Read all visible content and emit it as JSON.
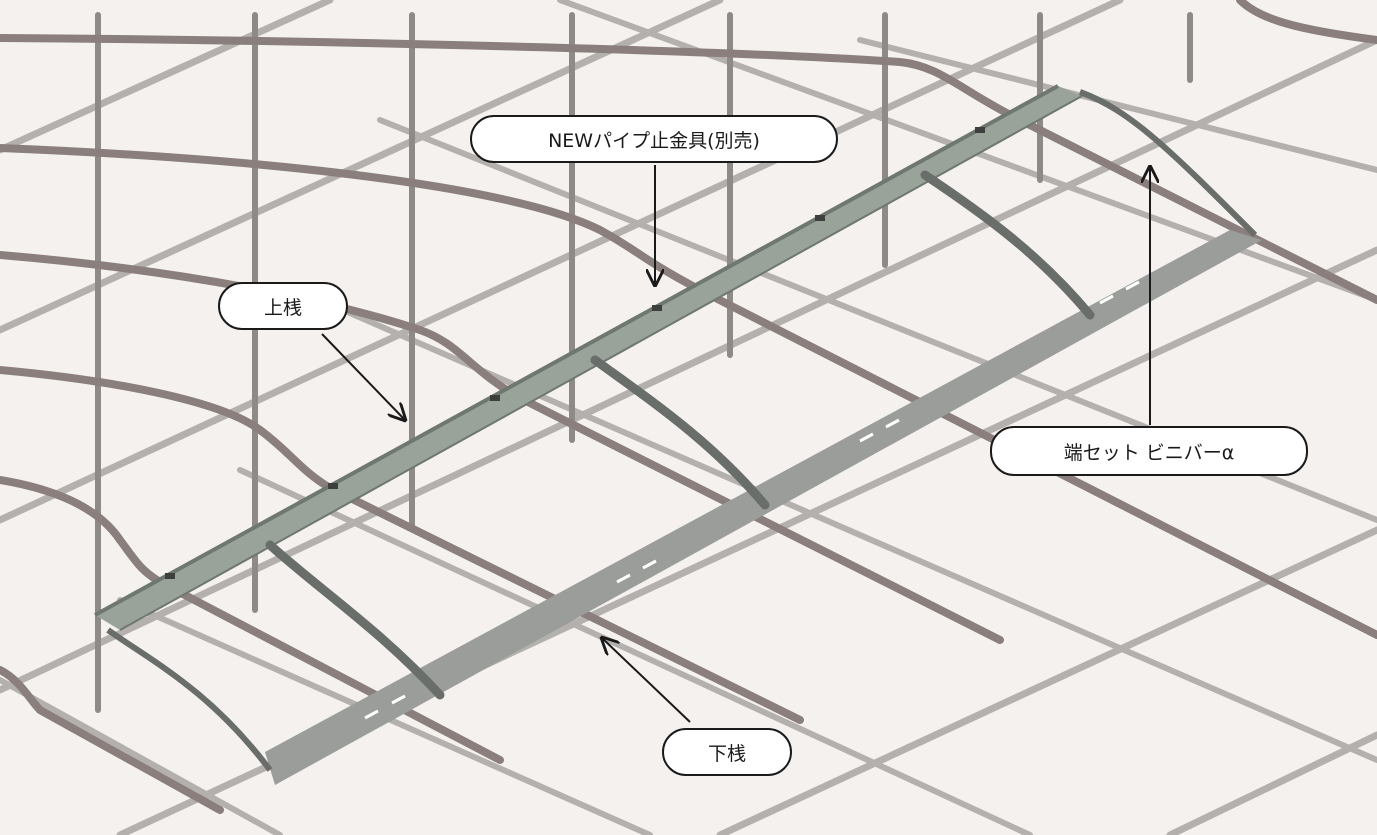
{
  "labels": {
    "pipe_clamp": "NEWパイプ止金具(別売)",
    "upper_rail": "上桟",
    "end_set": "端セット ビニバーα",
    "lower_rail": "下桟"
  },
  "colors": {
    "background": "#f4f1ef",
    "pipe": "#b3b0ae",
    "pipe_shadow": "#8e8a88",
    "arch_pipe": "#8a7f7c",
    "rail": "#9aa39a",
    "rail_dark": "#6f7870",
    "bottom_plate": "#9a9d9a",
    "dash": "#ffffff",
    "callout_border": "#1a1a1a",
    "arrow": "#1a1a1a"
  }
}
